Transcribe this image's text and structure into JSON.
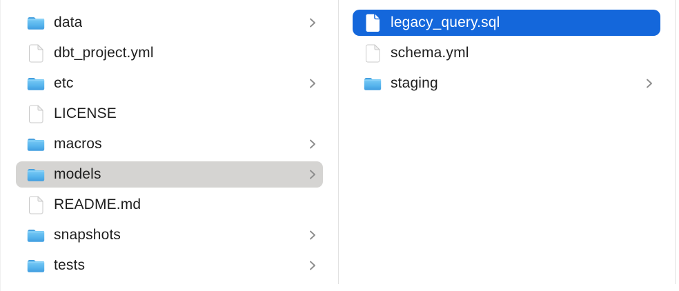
{
  "window": {
    "app": "Finder",
    "view": "column-view"
  },
  "colors": {
    "selection_blue": "#1467db",
    "selection_gray": "#d5d4d2",
    "divider": "#e2e2e2",
    "text": "#1e1e1e",
    "text_selected": "#ffffff",
    "chevron": "#8d8d8d"
  },
  "columns": [
    {
      "id": "column-1",
      "items": [
        {
          "label": "data",
          "icon": "folder-icon",
          "chevron": true,
          "selection": "none"
        },
        {
          "label": "dbt_project.yml",
          "icon": "document-icon",
          "chevron": false,
          "selection": "none"
        },
        {
          "label": "etc",
          "icon": "folder-icon",
          "chevron": true,
          "selection": "none"
        },
        {
          "label": "LICENSE",
          "icon": "document-icon",
          "chevron": false,
          "selection": "none"
        },
        {
          "label": "macros",
          "icon": "folder-icon",
          "chevron": true,
          "selection": "none"
        },
        {
          "label": "models",
          "icon": "folder-icon",
          "chevron": true,
          "selection": "secondary"
        },
        {
          "label": "README.md",
          "icon": "document-icon",
          "chevron": false,
          "selection": "none"
        },
        {
          "label": "snapshots",
          "icon": "folder-icon",
          "chevron": true,
          "selection": "none"
        },
        {
          "label": "tests",
          "icon": "folder-icon",
          "chevron": true,
          "selection": "none"
        }
      ]
    },
    {
      "id": "column-2",
      "items": [
        {
          "label": "legacy_query.sql",
          "icon": "document-icon",
          "chevron": false,
          "selection": "primary"
        },
        {
          "label": "schema.yml",
          "icon": "document-icon",
          "chevron": false,
          "selection": "none"
        },
        {
          "label": "staging",
          "icon": "folder-icon",
          "chevron": true,
          "selection": "none"
        }
      ]
    }
  ]
}
